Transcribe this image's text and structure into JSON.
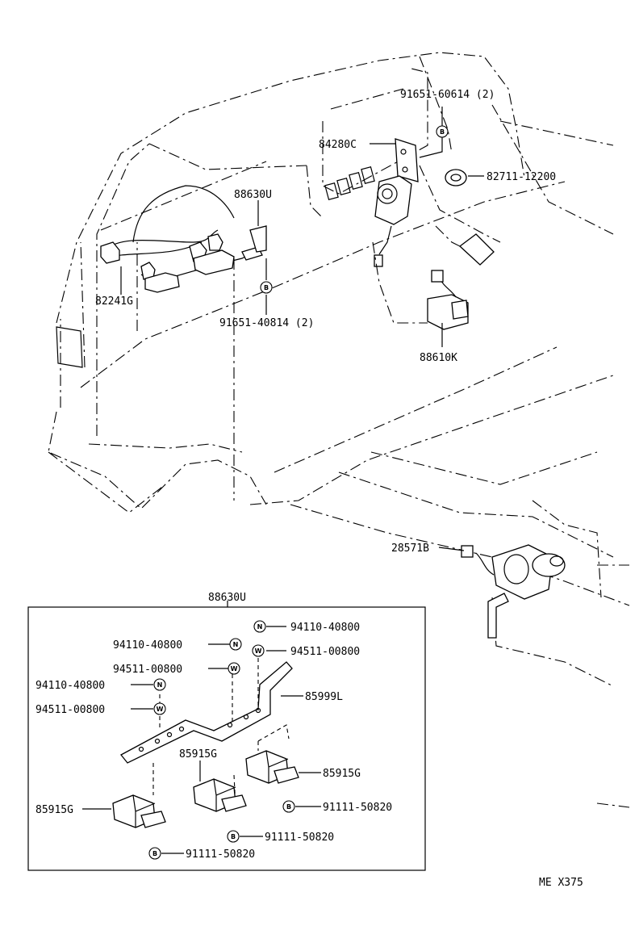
{
  "labels": {
    "p91651_60614": "91651-60614 (2)",
    "p84280C": "84280C",
    "p82711_12200": "82711-12200",
    "p88630U_top": "88630U",
    "p82241G": "82241G",
    "p91651_40814": "91651-40814 (2)",
    "p88610K": "88610K",
    "p28571B": "28571B",
    "p88630U_box": "88630U",
    "p94110_40800_a": "94110-40800",
    "p94110_40800_b": "94110-40800",
    "p94511_00800_a": "94511-00800",
    "p94511_00800_b": "94511-00800",
    "p94110_40800_c": "94110-40800",
    "p94511_00800_c": "94511-00800",
    "p85999L": "85999L",
    "p85915G_a": "85915G",
    "p85915G_b": "85915G",
    "p85915G_c": "85915G",
    "p91111_50820_a": "91111-50820",
    "p91111_50820_b": "91111-50820",
    "p91111_50820_c": "91111-50820",
    "code": "ME X375"
  },
  "markers": {
    "bolt": "B",
    "nut": "N",
    "washer": "W"
  }
}
